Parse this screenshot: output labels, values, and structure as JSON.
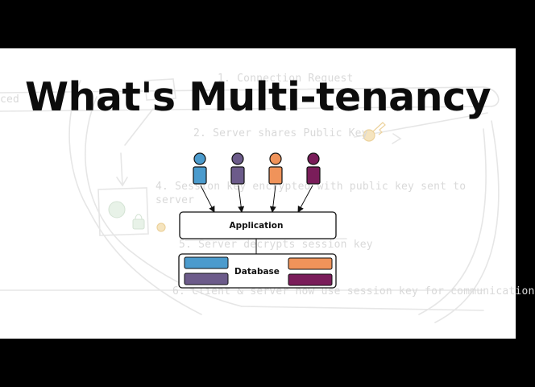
{
  "title": "What's Multi-tenancy",
  "diagram": {
    "application_label": "Application",
    "database_label": "Database",
    "users": [
      {
        "color": "#4b9bcd"
      },
      {
        "color": "#6c5b8a"
      },
      {
        "color": "#f0935a"
      },
      {
        "color": "#7a1d5a"
      }
    ],
    "db_slots": [
      {
        "color": "#4b9bcd"
      },
      {
        "color": "#6c5b8a"
      },
      {
        "color": "#f0935a"
      },
      {
        "color": "#7a1d5a"
      }
    ]
  },
  "background": {
    "step1": "1. Connection Request",
    "step2": "2. Server shares Public Key",
    "step4a": "4. Session key encrypted with public key sent to",
    "step4b": "server",
    "step5": "5. Server decrypts session key",
    "step6": "6. Client & server now use session key for communication",
    "edge": "ced",
    "colors": {
      "faint_line": "#e3e3e3",
      "faint_icon": "#f3e2b8"
    }
  }
}
